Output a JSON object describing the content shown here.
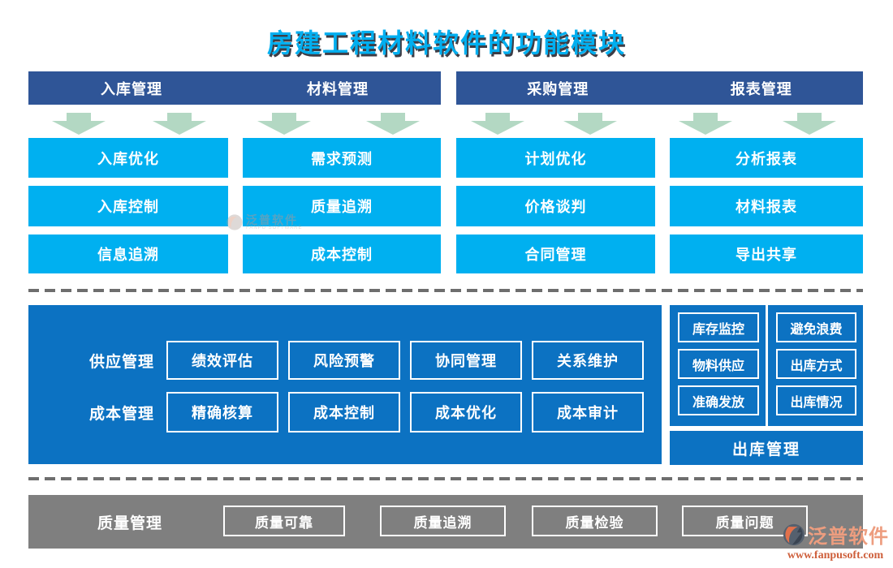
{
  "title": "房建工程材料软件的功能模块",
  "top_section": {
    "groups": [
      {
        "label": "入库管理",
        "items": [
          "入库优化",
          "入库控制",
          "信息追溯"
        ]
      },
      {
        "label": "材料管理",
        "items": [
          "需求预测",
          "质量追溯",
          "成本控制"
        ]
      },
      {
        "label": "采购管理",
        "items": [
          "计划优化",
          "价格谈判",
          "合同管理"
        ]
      },
      {
        "label": "报表管理",
        "items": [
          "分析报表",
          "材料报表",
          "导出共享"
        ]
      }
    ]
  },
  "middle_section": {
    "rows": [
      {
        "label": "供应管理",
        "items": [
          "绩效评估",
          "风险预警",
          "协同管理",
          "关系维护"
        ]
      },
      {
        "label": "成本管理",
        "items": [
          "精确核算",
          "成本控制",
          "成本优化",
          "成本审计"
        ]
      }
    ],
    "right_columns": [
      {
        "items": [
          "库存监控",
          "物料供应",
          "准确发放"
        ]
      },
      {
        "items": [
          "避免浪费",
          "出库方式",
          "出库情况"
        ]
      }
    ],
    "right_footer": "出库管理"
  },
  "bottom_section": {
    "label": "质量管理",
    "items": [
      "质量可靠",
      "质量追溯",
      "质量检验",
      "质量问题"
    ]
  },
  "watermark": {
    "name": "泛普软件",
    "sub": "FANPU SOFTWARE"
  },
  "logo": {
    "name": "泛普软件",
    "url": "www.fanpusoft.com"
  },
  "colors": {
    "title": "#00AFF0",
    "header_blue": "#2F5597",
    "module_cyan": "#00B0F0",
    "panel_azure": "#0C72C2",
    "arrow_green": "#B3D8C3",
    "quality_gray": "#7F7F7F",
    "logo_orange": "#ED9D7F",
    "logo_url_red": "#CE5F3B"
  }
}
